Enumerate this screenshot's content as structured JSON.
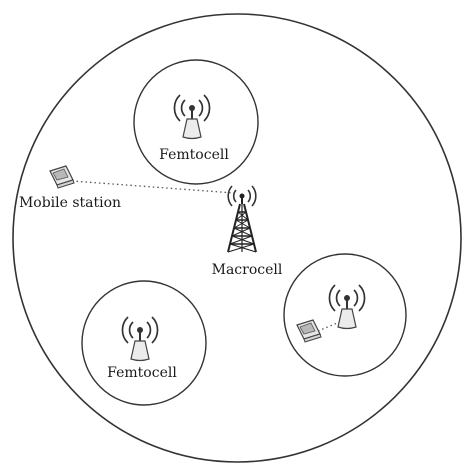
{
  "labels": {
    "femtocell_top": "Femtocell",
    "femtocell_bottom_left": "Femtocell",
    "macrocell": "Macrocell",
    "mobile_station": "Mobile station"
  },
  "icons": {
    "macro_tower": "cell-tower-icon",
    "femto_ap": "femtocell-access-point-icon",
    "mobile": "mobile-phone-icon"
  },
  "colors": {
    "stroke": "#333333",
    "fill_light": "#e9e9e9"
  }
}
